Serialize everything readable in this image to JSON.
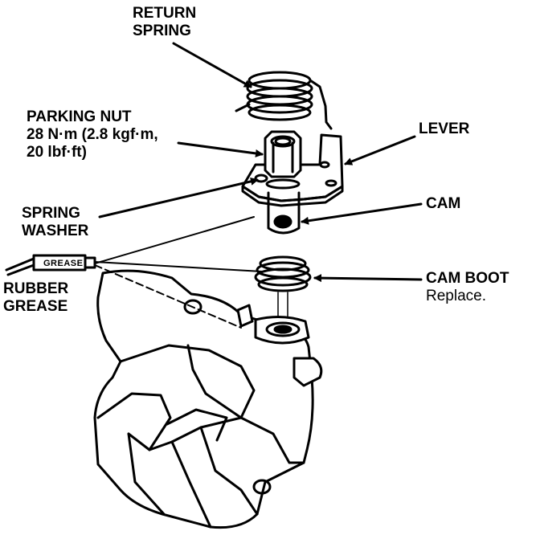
{
  "labels": {
    "return_spring": [
      "RETURN",
      "SPRING"
    ],
    "parking_nut": [
      "PARKING NUT",
      "28 N·m (2.8 kgf·m,",
      "20 lbf·ft)"
    ],
    "lever": "LEVER",
    "spring_washer": [
      "SPRING",
      "WASHER"
    ],
    "cam": "CAM",
    "cam_boot": "CAM BOOT",
    "cam_boot_note": "Replace.",
    "rubber_grease": [
      "RUBBER",
      "GREASE"
    ],
    "grease_tube": "GREASE"
  },
  "colors": {
    "ink": "#000000",
    "paper": "#ffffff"
  }
}
